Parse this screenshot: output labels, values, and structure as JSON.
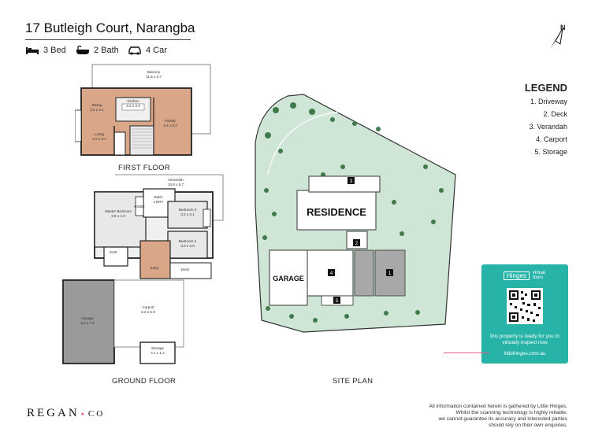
{
  "header": {
    "address": "17 Butleigh Court, Narangba",
    "features": [
      {
        "icon": "bed-icon",
        "label": "3 Bed"
      },
      {
        "icon": "bath-icon",
        "label": "2 Bath"
      },
      {
        "icon": "car-icon",
        "label": "4 Car"
      }
    ]
  },
  "compass": {
    "label": "N"
  },
  "first_floor": {
    "title": "FIRST FLOOR",
    "rooms": [
      {
        "name": "Balcony",
        "size": "11.6 x 6.7"
      },
      {
        "name": "Dining",
        "size": "3.6 x 3.1"
      },
      {
        "name": "Kitchen",
        "size": "3.2 x 3.4"
      },
      {
        "name": "Family",
        "size": "4.2 x 6.2"
      },
      {
        "name": "Living",
        "size": "3.0 x 3.1"
      }
    ]
  },
  "ground_floor": {
    "title": "GROUND FLOOR",
    "rooms": [
      {
        "name": "Verandah",
        "size": "10.8 x 5.7"
      },
      {
        "name": "Bath/",
        "size": "L'DRY"
      },
      {
        "name": "Master Bedroom",
        "size": "3.6 x 4.3"
      },
      {
        "name": "Bedroom 3",
        "size": "3.2 x 3.1"
      },
      {
        "name": "Bedroom 2",
        "size": "3.0 x 3.0"
      },
      {
        "name": "ENS",
        "size": ""
      },
      {
        "name": "ROBE",
        "size": ""
      },
      {
        "name": "Entry",
        "size": ""
      },
      {
        "name": "Deck",
        "size": ""
      },
      {
        "name": "Garage",
        "size": "5.2 x 7.5"
      },
      {
        "name": "Carport",
        "size": "6.2 x 6.0"
      },
      {
        "name": "Storage",
        "size": "4.1 x 1.4"
      }
    ]
  },
  "site_plan": {
    "title": "SITE PLAN",
    "residence_label": "RESIDENCE",
    "garage_label": "GARAGE",
    "markers": [
      "1",
      "2",
      "3",
      "4",
      "5"
    ]
  },
  "legend": {
    "title": "LEGEND",
    "items": [
      "1. Driveway",
      "2. Deck",
      "3. Verandah",
      "4. Carport",
      "5. Storage"
    ]
  },
  "virtual_tour": {
    "brand": "Hinges",
    "tag": "virtual tours",
    "message": "this property is ready for you to virtually inspect now",
    "url": "littlehinges.com.au",
    "color": "#27b3a7"
  },
  "footer": {
    "brand_main": "REGAN",
    "brand_sep": "●",
    "brand_tail": "CO",
    "disclaimer": [
      "All information contained herein is gathered by Little Hinges.",
      "Whilst the scanning technology is highly reliable,",
      "we cannot guarantee its accuracy and interested parties",
      "should rely on their own enquiries."
    ]
  }
}
